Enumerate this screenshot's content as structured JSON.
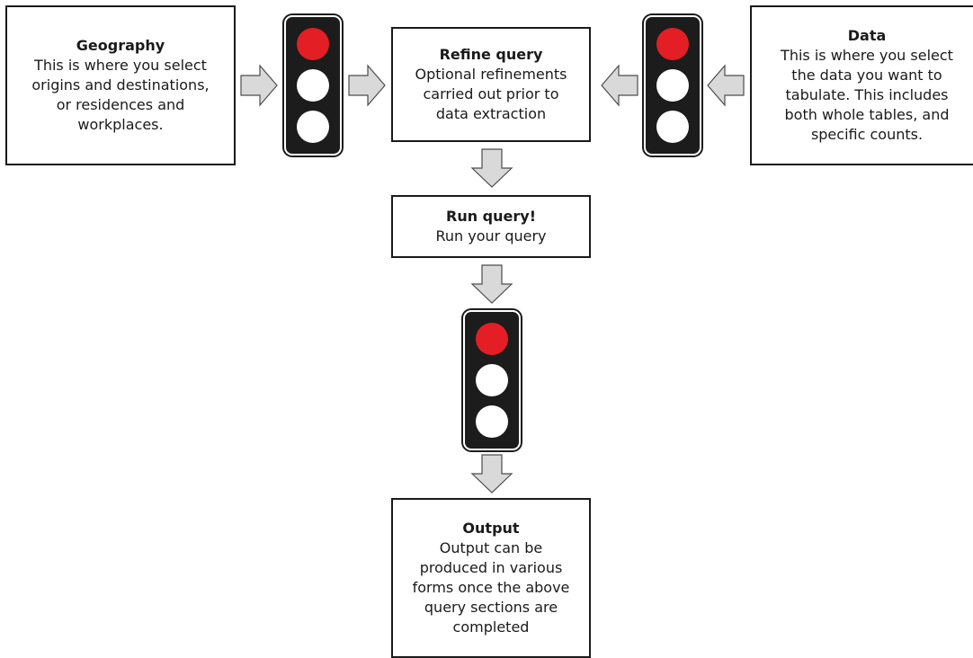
{
  "colors": {
    "light_body": "#1c1c1c",
    "red_lamp": "#e31e24",
    "off_lamp": "#ffffff",
    "arrow_fill": "#d9d9d9"
  },
  "boxes": {
    "geography": {
      "title": "Geography",
      "lines": [
        "This is where you select",
        "origins and destinations,",
        "or residences and",
        "workplaces."
      ]
    },
    "refine": {
      "title": "Refine query",
      "lines": [
        "Optional refinements",
        "carried out prior to",
        "data extraction"
      ]
    },
    "data": {
      "title": "Data",
      "lines": [
        "This is where you select",
        "the data you want to",
        "tabulate. This includes",
        "both whole tables, and",
        "specific counts."
      ]
    },
    "run": {
      "title": "Run query!",
      "lines": [
        "Run your query"
      ]
    },
    "output": {
      "title": "Output",
      "lines": [
        "Output can be",
        "produced in various",
        "forms once the above",
        "query sections are",
        "completed"
      ]
    }
  },
  "traffic_lights": [
    {
      "name": "geography-traffic-light",
      "active_lamp": "red"
    },
    {
      "name": "data-traffic-light",
      "active_lamp": "red"
    },
    {
      "name": "run-traffic-light",
      "active_lamp": "red"
    }
  ],
  "arrows": [
    {
      "name": "arrow-geography-to-light",
      "direction": "right"
    },
    {
      "name": "arrow-light-to-refine",
      "direction": "right"
    },
    {
      "name": "arrow-light-to-refine-from-data",
      "direction": "left"
    },
    {
      "name": "arrow-data-to-light",
      "direction": "left"
    },
    {
      "name": "arrow-refine-to-run",
      "direction": "down"
    },
    {
      "name": "arrow-run-to-light",
      "direction": "down"
    },
    {
      "name": "arrow-light-to-output",
      "direction": "down"
    }
  ]
}
